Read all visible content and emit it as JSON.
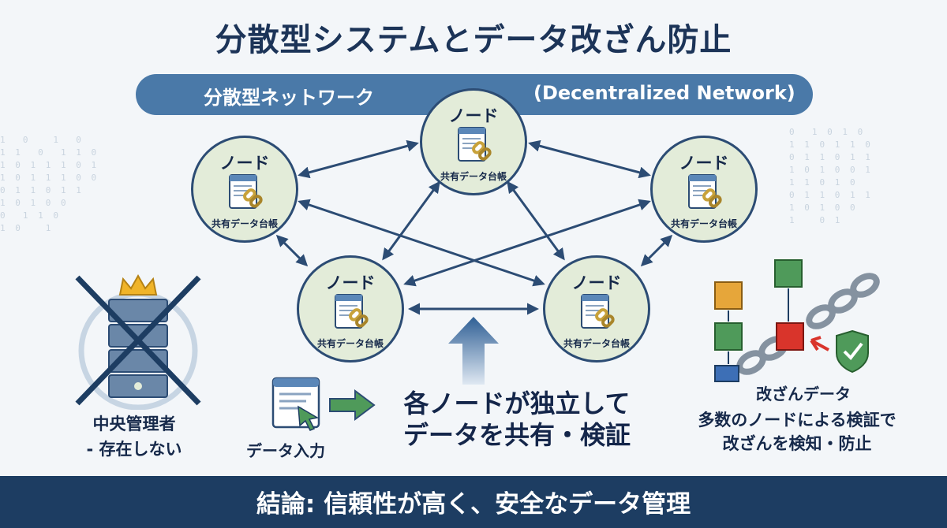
{
  "title": "分散型システムとデータ改ざん防止",
  "banner": {
    "left_text": "分散型ネットワーク",
    "right_text": "(Decentralized Network)"
  },
  "node": {
    "title": "ノード",
    "ledger_label": "共有データ台帳"
  },
  "nodes": [
    {
      "id": "top"
    },
    {
      "id": "left"
    },
    {
      "id": "right"
    },
    {
      "id": "bottom-left"
    },
    {
      "id": "bottom-right"
    }
  ],
  "center_message": {
    "line1": "各ノードが独立して",
    "line2": "データを共有・検証"
  },
  "data_input_label": "データ入力",
  "central_admin": {
    "line1": "中央管理者",
    "line2": "- 存在しない"
  },
  "tamper": {
    "label": "改ざんデータ",
    "line1": "多数のノードによる検証で",
    "line2": "改ざんを検知・防止"
  },
  "footer": "結論: 信頼性が高く、安全なデータ管理",
  "colors": {
    "navy": "#1d3d62",
    "banner_blue": "#4a79a8",
    "node_fill": "#e3ecd9",
    "tamper_red": "#d9342b",
    "block_green": "#4f9a5a",
    "block_yellow": "#e6a63a",
    "block_blue": "#3d6fb6",
    "crown_gold": "#f0b429"
  }
}
